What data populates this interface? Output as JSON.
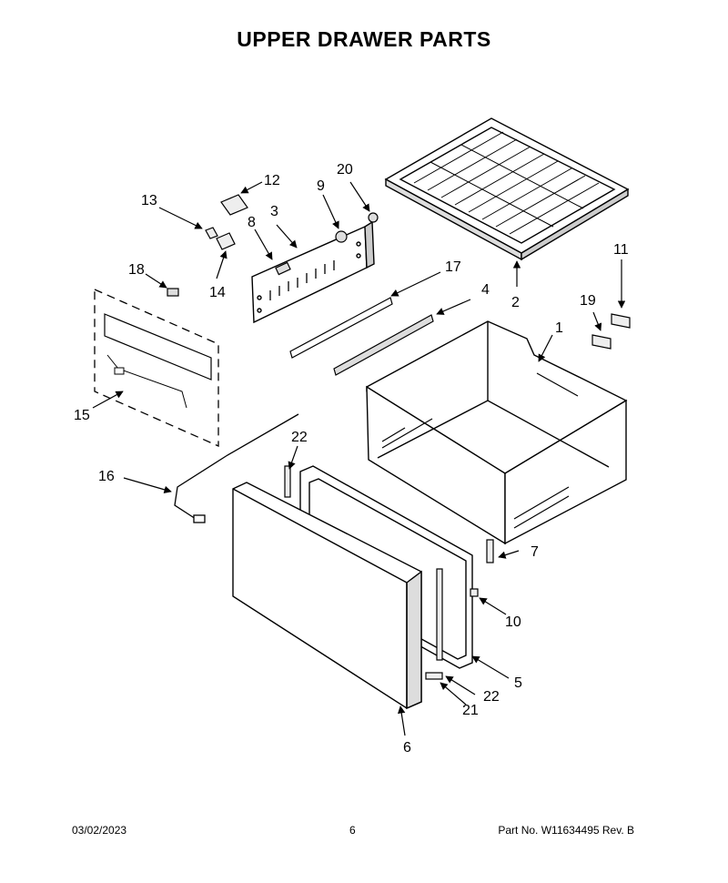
{
  "title": "UPPER DRAWER PARTS",
  "callouts": {
    "c1": "1",
    "c2": "2",
    "c3": "3",
    "c4": "4",
    "c5": "5",
    "c6": "6",
    "c7": "7",
    "c8": "8",
    "c9": "9",
    "c10": "10",
    "c11": "11",
    "c12": "12",
    "c13": "13",
    "c14": "14",
    "c15": "15",
    "c16": "16",
    "c17": "17",
    "c18": "18",
    "c19": "19",
    "c20": "20",
    "c21": "21",
    "c22a": "22",
    "c22b": "22"
  },
  "footer": {
    "date": "03/02/2023",
    "page": "6",
    "part": "Part No.  W11634495  Rev.  B"
  }
}
